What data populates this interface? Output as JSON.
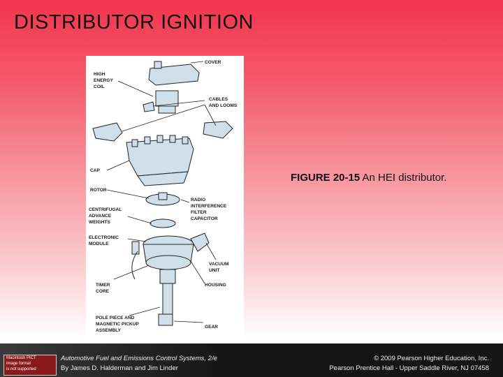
{
  "slide": {
    "title": "DISTRIBUTOR IGNITION",
    "caption_prefix": "FIGURE 20-15",
    "caption_text": " An HEI distributor."
  },
  "figure": {
    "labels": {
      "cover": "COVER",
      "coil_1": "HIGH",
      "coil_2": "ENERGY",
      "coil_3": "COIL",
      "cables_1": "CABLES",
      "cables_2": "AND LOOMS",
      "cap": "CAP",
      "rotor": "ROTOR",
      "radio_1": "RADIO",
      "radio_2": "INTERFERENCE",
      "radio_3": "FILTER",
      "radio_4": "CAPACITOR",
      "weights_1": "CENTRIFUGAL",
      "weights_2": "ADVANCE",
      "weights_3": "WEIGHTS",
      "module_1": "ELECTRONIC",
      "module_2": "MODULE",
      "vacuum_1": "VACUUM",
      "vacuum_2": "UNIT",
      "timer_1": "TIMER",
      "timer_2": "CORE",
      "housing": "HOUSING",
      "pole_1": "POLE PIECE AND",
      "pole_2": "MAGNETIC PICKUP",
      "pole_3": "ASSEMBLY",
      "gear": "GEAR"
    }
  },
  "footer": {
    "logo_line1": "Macintosh PICT",
    "logo_line2": "image format",
    "logo_line3": "is not supported",
    "book_title": "Automotive Fuel and Emissions Control Systems, 2/e",
    "authors": "By James D. Halderman and Jim Linder",
    "copyright": "© 2009 Pearson Higher Education, Inc.",
    "publisher": "Pearson Prentice Hall - Upper Saddle River, NJ 07458"
  }
}
